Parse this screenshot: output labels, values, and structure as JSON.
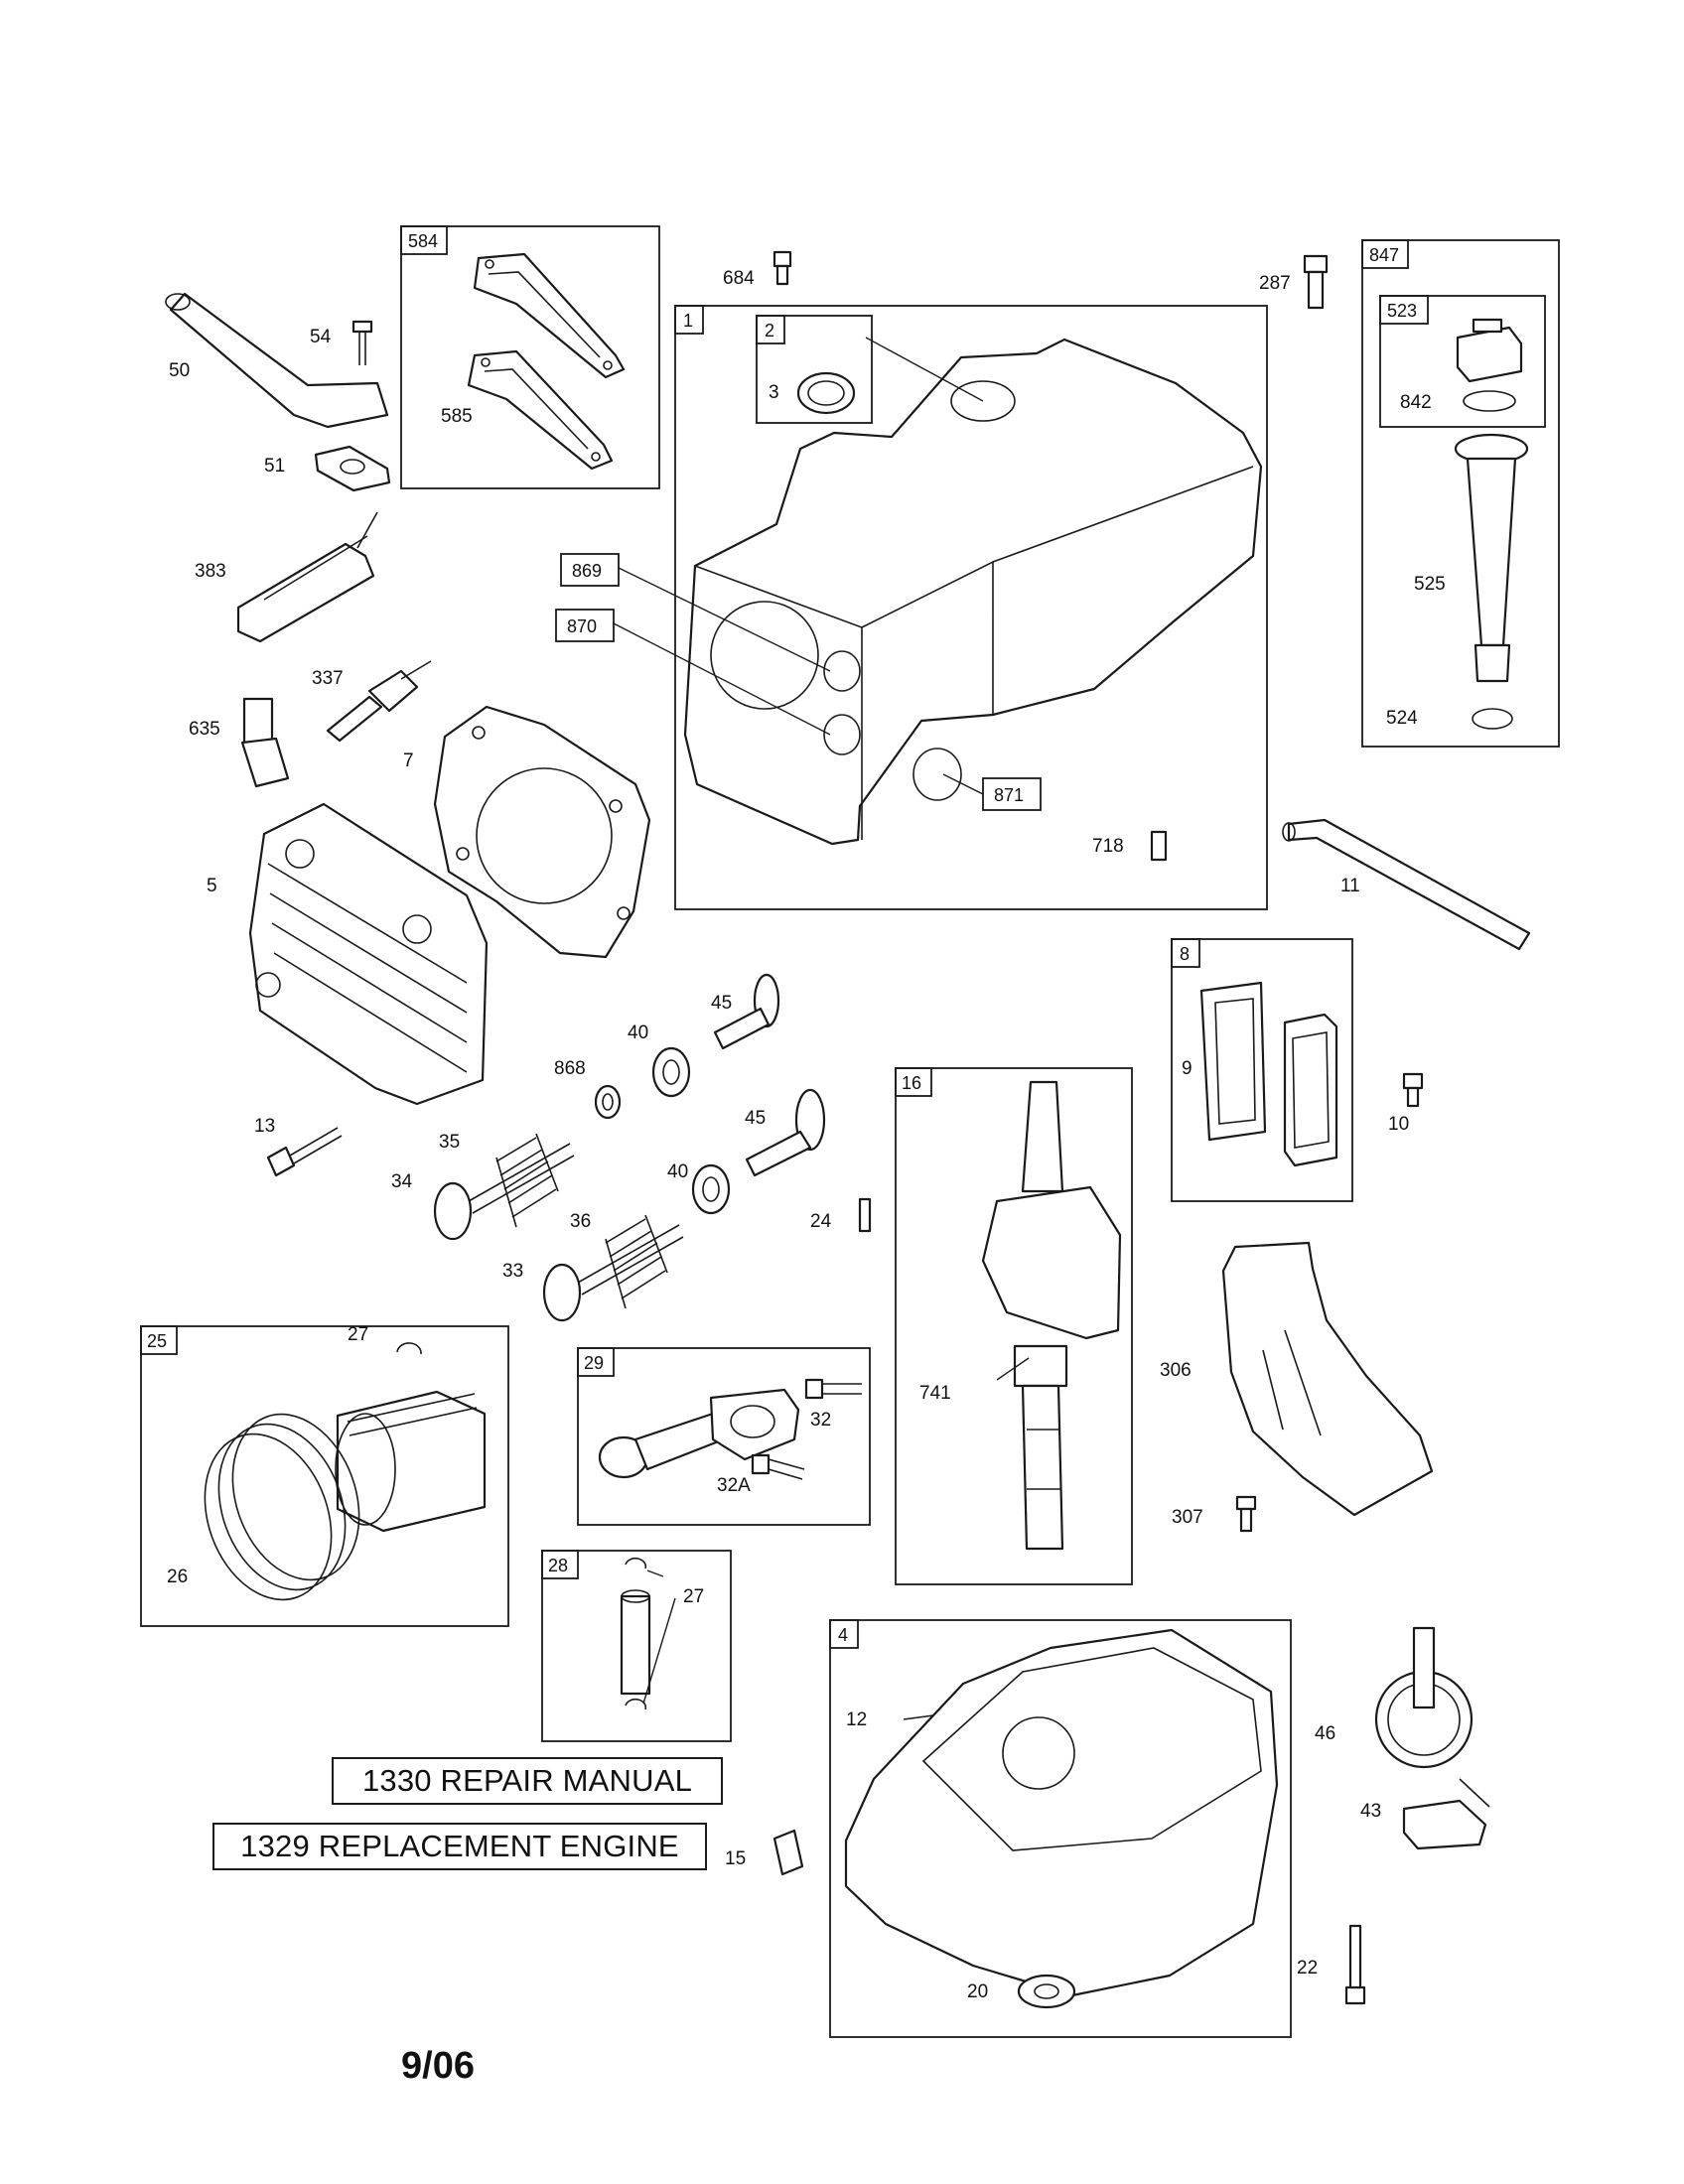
{
  "notes": {
    "repair_manual": "1330 REPAIR MANUAL",
    "replacement_engine": "1329 REPLACEMENT ENGINE"
  },
  "date": "9/06",
  "callouts": {
    "c584": "584",
    "c585": "585",
    "c684": "684",
    "c287": "287",
    "c847": "847",
    "c523": "523",
    "c842": "842",
    "c525": "525",
    "c524": "524",
    "c50": "50",
    "c54": "54",
    "c51": "51",
    "c1": "1",
    "c2": "2",
    "c3": "3",
    "c869": "869",
    "c870": "870",
    "c871": "871",
    "c718": "718",
    "c383": "383",
    "c337": "337",
    "c635": "635",
    "c7": "7",
    "c5": "5",
    "c11": "11",
    "c8": "8",
    "c9": "9",
    "c10": "10",
    "c45a": "45",
    "c45b": "45",
    "c40a": "40",
    "c40b": "40",
    "c868": "868",
    "c13": "13",
    "c35": "35",
    "c34": "34",
    "c36": "36",
    "c33": "33",
    "c24": "24",
    "c16": "16",
    "c741": "741",
    "c306": "306",
    "c307": "307",
    "c25": "25",
    "c27a": "27",
    "c26": "26",
    "c29": "29",
    "c32": "32",
    "c32a": "32A",
    "c28": "28",
    "c27b": "27",
    "c4": "4",
    "c12": "12",
    "c46": "46",
    "c43": "43",
    "c15": "15",
    "c22": "22",
    "c20": "20"
  }
}
